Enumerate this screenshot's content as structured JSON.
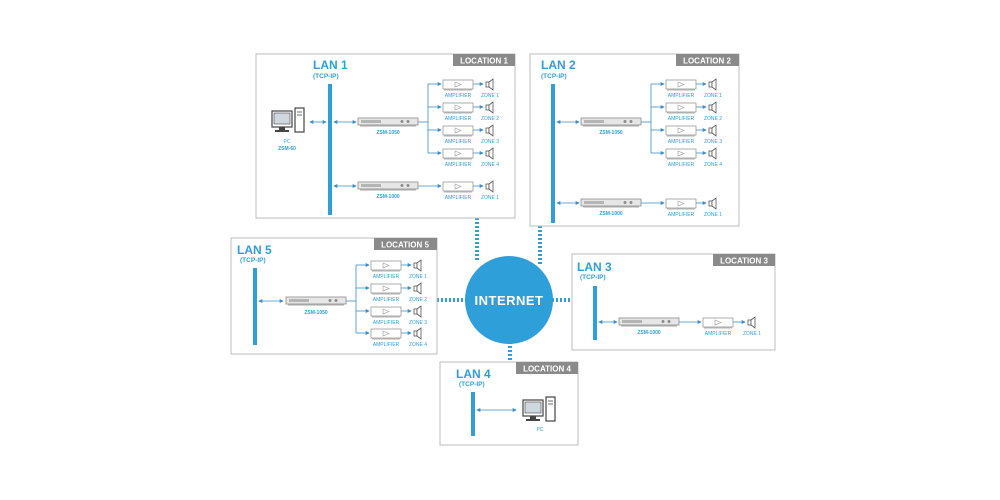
{
  "colors": {
    "blue": "#2e9fd8",
    "line": "#3a8fc9",
    "tag_bg": "#8a8a8a",
    "tag_text": "#ffffff",
    "label": "#2e9fd8",
    "box_border": "#bdbdbd",
    "device": "#9a9a9a"
  },
  "internet": {
    "label": "INTERNET"
  },
  "labels": {
    "amplifier": "AMPLIFIER",
    "zone_1": "ZONE 1",
    "zone_2": "ZONE 2",
    "zone_3": "ZONE 3",
    "zone_4": "ZONE 4",
    "pc": "PC",
    "tcp_ip": "(TCP-IP)"
  },
  "locations": {
    "loc1": {
      "tag": "LOCATION 1",
      "lan": "LAN 1",
      "sub": "(TCP-IP)",
      "pc_label": "PC",
      "pc_model": "ZSM-60",
      "dev1": "ZSM-1050",
      "dev2": "ZSM-1000"
    },
    "loc2": {
      "tag": "LOCATION 2",
      "lan": "LAN 2",
      "sub": "(TCP-IP)",
      "dev1": "ZSM-1050",
      "dev2": "ZSM-1000"
    },
    "loc3": {
      "tag": "LOCATION 3",
      "lan": "LAN 3",
      "sub": "(TCP-IP)",
      "dev1": "ZSM-1000"
    },
    "loc4": {
      "tag": "LOCATION 4",
      "lan": "LAN 4",
      "sub": "(TCP-IP)",
      "pc_label": "PC"
    },
    "loc5": {
      "tag": "LOCATION 5",
      "lan": "LAN 5",
      "sub": "(TCP-IP)",
      "dev1": "ZSM-1050"
    }
  }
}
